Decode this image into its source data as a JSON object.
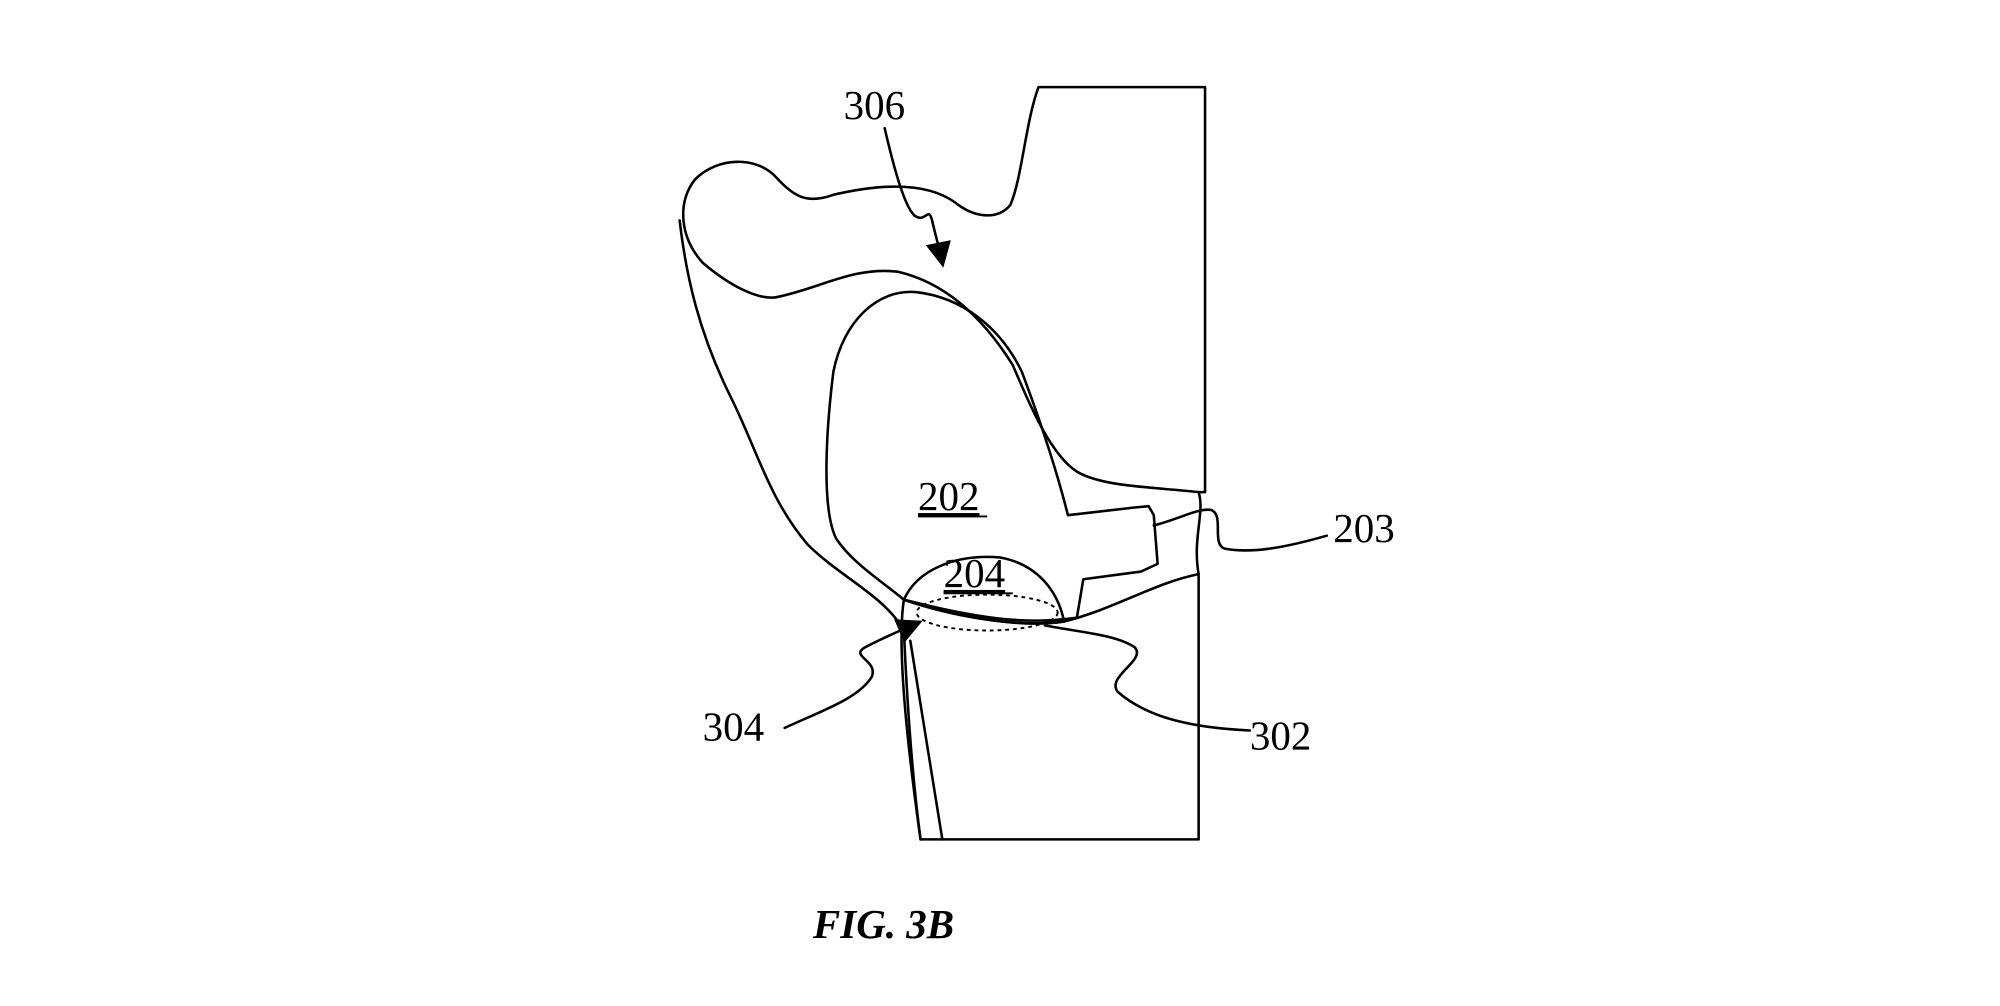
{
  "figure": {
    "caption": "FIG. 3B",
    "labels": {
      "earbud": "202",
      "stem": "203",
      "tip": "204",
      "contact_region": "302",
      "entry_point": "304",
      "concha": "306"
    },
    "colors": {
      "line": "#000000",
      "background": "#ffffff"
    }
  }
}
